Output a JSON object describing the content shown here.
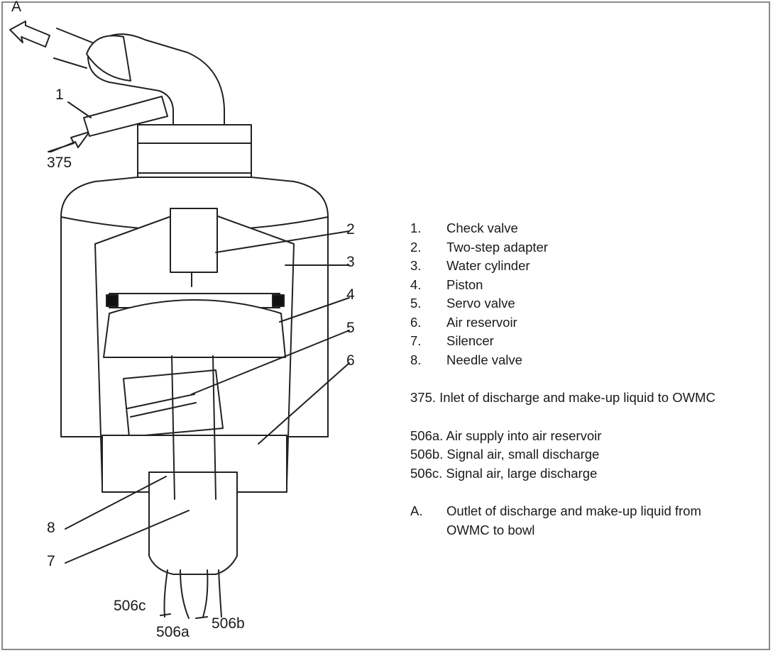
{
  "callouts": {
    "A": "A",
    "c1": "1",
    "c375": "375",
    "c2": "2",
    "c3": "3",
    "c4": "4",
    "c5": "5",
    "c6": "6",
    "c8": "8",
    "c7": "7",
    "c506c": "506c",
    "c506a": "506a",
    "c506b": "506b"
  },
  "legend": {
    "items": [
      {
        "num": "1.",
        "label": "Check valve"
      },
      {
        "num": "2.",
        "label": "Two-step adapter"
      },
      {
        "num": "3.",
        "label": "Water cylinder"
      },
      {
        "num": "4.",
        "label": "Piston"
      },
      {
        "num": "5.",
        "label": "Servo valve"
      },
      {
        "num": "6.",
        "label": "Air reservoir"
      },
      {
        "num": "7.",
        "label": "Silencer"
      },
      {
        "num": "8.",
        "label": "Needle valve"
      }
    ],
    "inlet": "375. Inlet of discharge and make-up liquid to OWMC",
    "air": [
      "506a. Air supply into air reservoir",
      "506b. Signal air, small discharge",
      "506c. Signal air, large discharge"
    ],
    "outlet": {
      "num": "A.",
      "line1": "Outlet of discharge and make-up liquid from",
      "line2": "OWMC to bowl"
    }
  }
}
